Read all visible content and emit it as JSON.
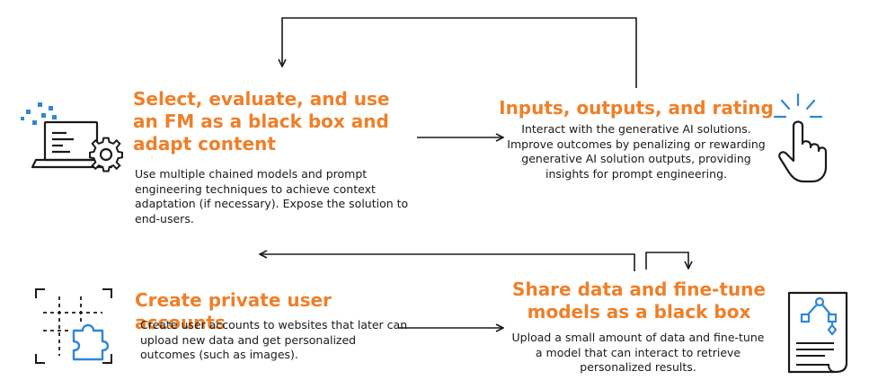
{
  "colors": {
    "accent": "#ef7f28",
    "line": "#1a1a1a",
    "icon_blue": "#2f86d8"
  },
  "steps": {
    "select": {
      "title": "Select, evaluate, and use an FM as a black box and adapt content",
      "description": "Use multiple chained models and prompt engineering techniques to achieve context adaptation (if necessary). Expose the solution to end-users.",
      "icon": "laptop-gear-icon"
    },
    "inputs": {
      "title": "Inputs, outputs, and rating",
      "description": "Interact with the generative AI solutions. Improve outcomes by penalizing or rewarding generative AI solution outputs, providing insights for prompt engineering.",
      "icon": "pointing-hand-icon"
    },
    "accounts": {
      "title": "Create private user accounts",
      "description": "Create user accounts to websites that later can upload new data and get personalized outcomes (such as images).",
      "icon": "puzzle-piece-icon"
    },
    "share": {
      "title": "Share data and fine-tune models as a black box",
      "description": "Upload a small amount of data and fine-tune a model that can interact to retrieve personalized results.",
      "icon": "flow-document-icon"
    }
  }
}
